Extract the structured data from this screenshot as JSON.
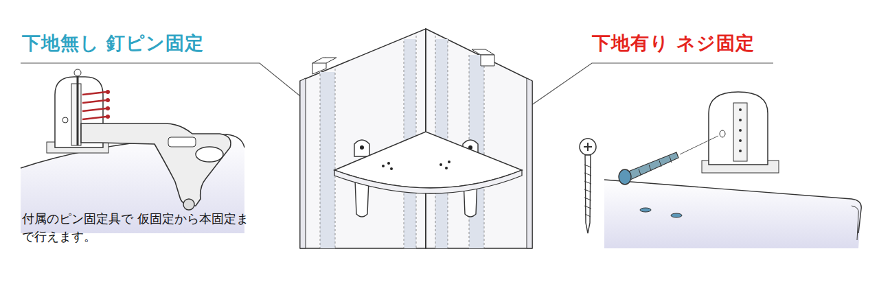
{
  "diagram": {
    "labels": [
      "下地無し 釘ピン固定",
      "下地有り ネジ固定",
      "付属のピン固定具で 仮固定から本固定まで行えます。"
    ]
  }
}
